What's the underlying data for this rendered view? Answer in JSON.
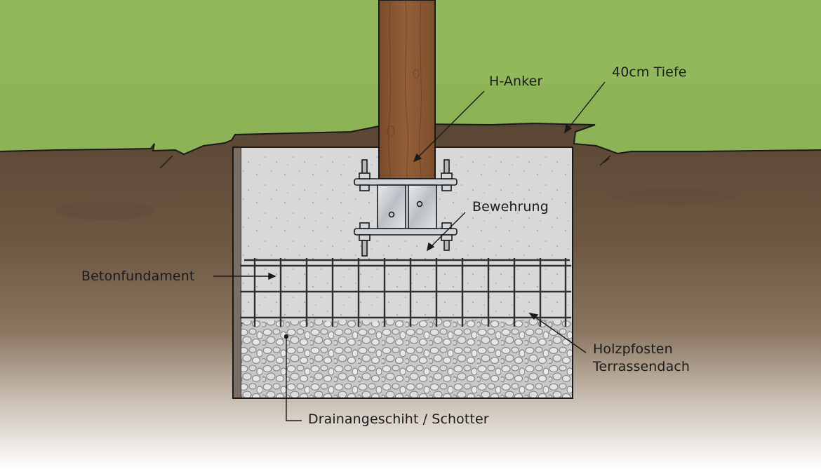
{
  "diagram": {
    "type": "cross-section",
    "subject": "wooden post on concrete foundation with H-anchor",
    "labels": {
      "h_anchor": "H-Anker",
      "depth": "40cm Tiefe",
      "reinforcement": "Bewehrung",
      "concrete_foundation": "Betonfundament",
      "post_line1": "Holzpfosten",
      "post_line2": "Terrassendach",
      "drainage": "Drainangeschiht / Schotter"
    },
    "layers": [
      "Gras",
      "Erdreich",
      "Betonfundament",
      "Bewehrung",
      "Schotter"
    ],
    "colors": {
      "grass": "#8cb457",
      "grass_light": "#9cc263",
      "soil_dark": "#5a4634",
      "soil_mid": "#7a6450",
      "concrete": "#d9d9d9",
      "gravel": "#cfcfcf",
      "post_wood": "#8b5a36",
      "steel": "#c9ced2",
      "outline": "#1a1a1a"
    }
  }
}
